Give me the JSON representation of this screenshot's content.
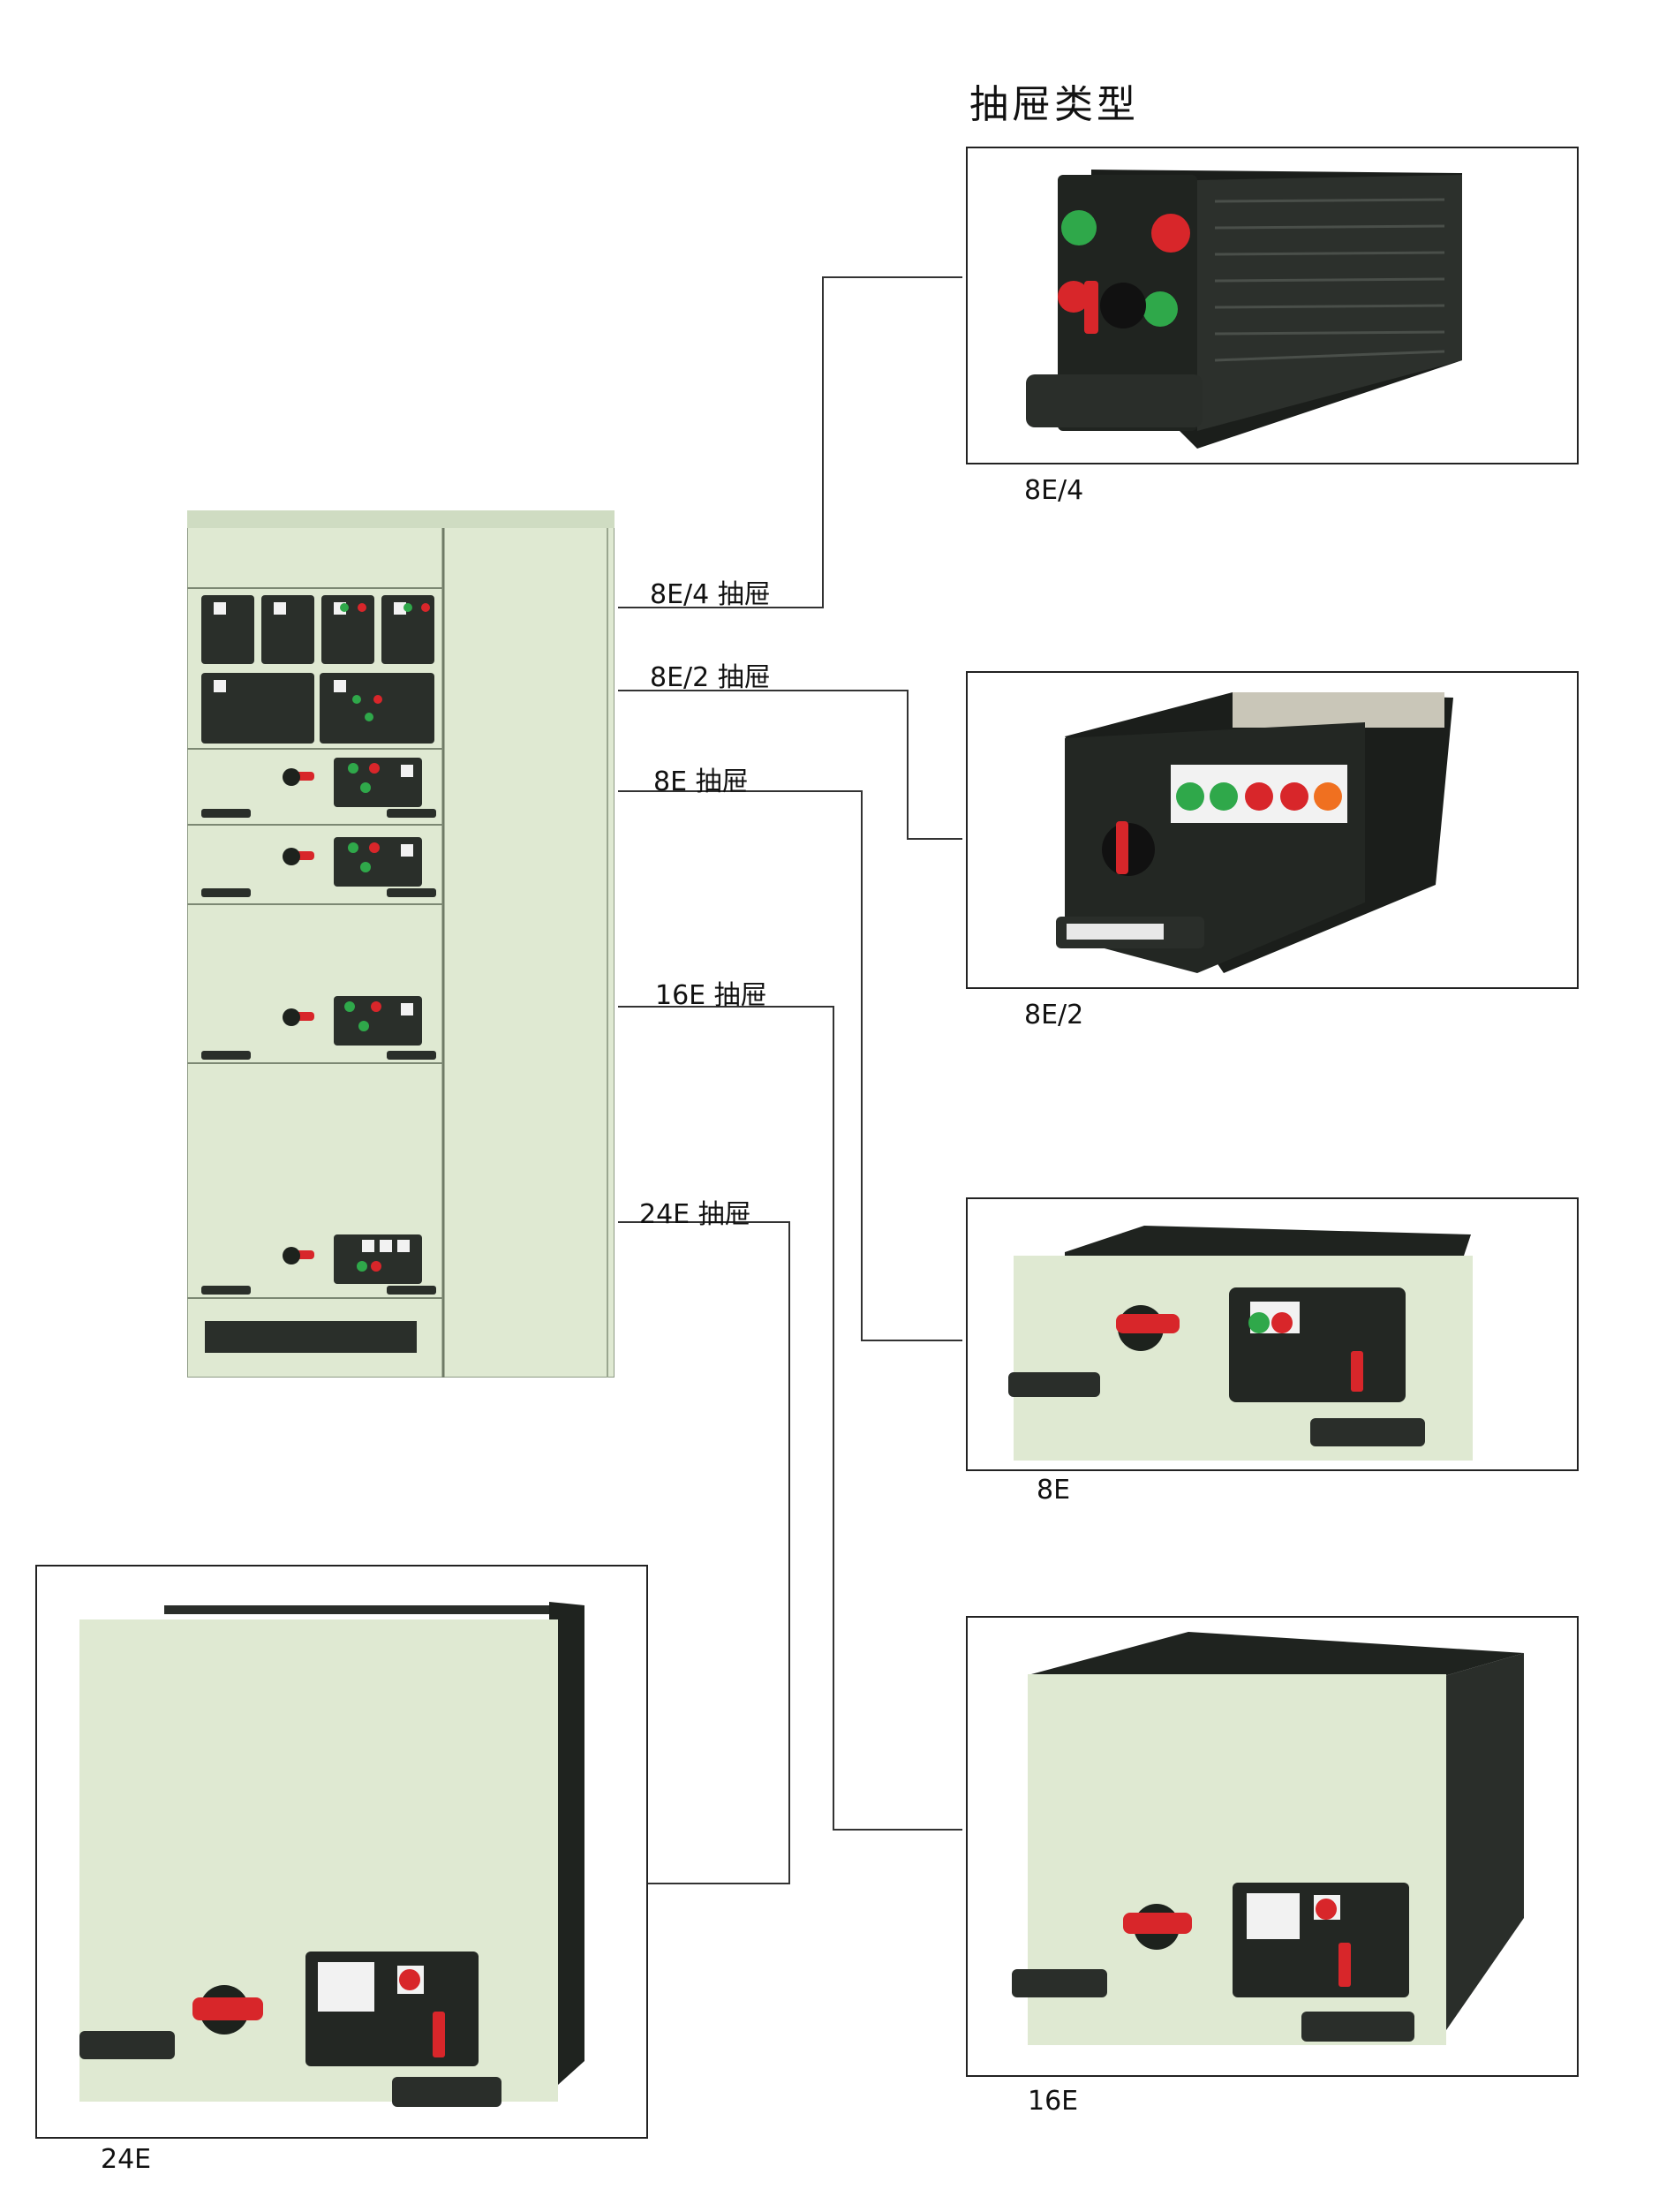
{
  "title": "抽屉类型",
  "callouts": {
    "c1": "8E/4  抽屉",
    "c2": "8E/2  抽屉",
    "c3": "8E 抽屉",
    "c4": "16E 抽屉",
    "c5": "24E 抽屉"
  },
  "captions": {
    "p1": "8E/4",
    "p2": "8E/2",
    "p3": "8E",
    "p4": "16E",
    "p5": "24E"
  },
  "colors": {
    "panel": "#dde8cf",
    "unit": "#2a2f2a",
    "green": "#2fa84a",
    "red": "#d8262a",
    "orange": "#f07020"
  }
}
